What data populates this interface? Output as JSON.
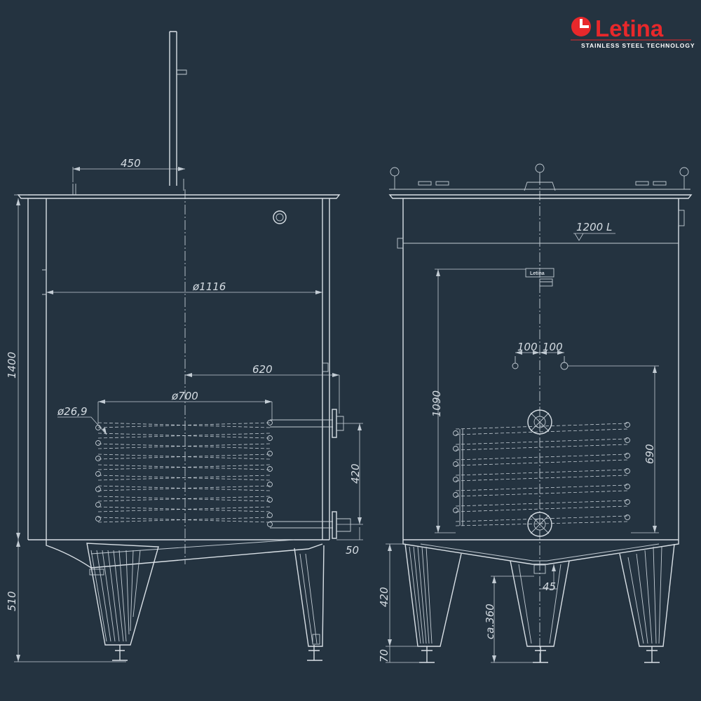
{
  "logo": {
    "brand": "Letina",
    "tagline": "STAINLESS STEEL TECHNOLOGY",
    "color": "#e8282b"
  },
  "nameplate_text": "Letina",
  "dimensions": {
    "d450": "450",
    "d1116": "ø1116",
    "d1400": "1400",
    "d620": "620",
    "d700": "ø700",
    "d26_9": "ø26,9",
    "d420_coil": "420",
    "d50": "50",
    "d510": "510",
    "d1200l": "1200 L",
    "d100a": "100",
    "d100b": "100",
    "d1090": "1090",
    "d690": "690",
    "d45": "45",
    "d420_leg": "420",
    "dca360": "ca.360",
    "d70": "70"
  },
  "colors": {
    "background": "#243340",
    "lines": "#d9e0e6"
  }
}
